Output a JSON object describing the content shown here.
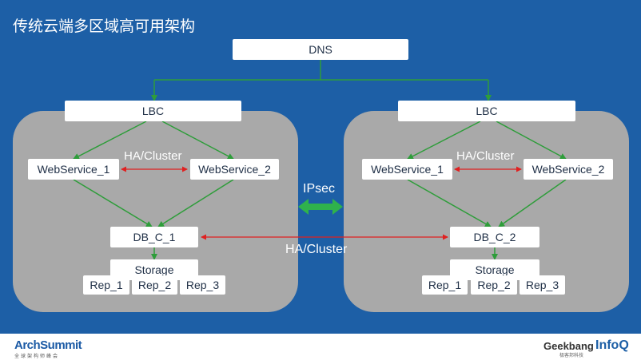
{
  "title": "传统云端多区域高可用架构",
  "colors": {
    "background": "#1d5fa6",
    "region": "#a9a9a9",
    "green_line": "#2e9d3a",
    "red_line": "#e02020",
    "ipsec_arrow": "#2fb24c"
  },
  "dns_label": "DNS",
  "center": {
    "ipsec_label": "IPsec",
    "ha_cluster_label": "HA/Cluster"
  },
  "left": {
    "lbc": "LBC",
    "ha_label": "HA/Cluster",
    "web1": "WebService_1",
    "web2": "WebService_2",
    "db": "DB_C_1",
    "storage": "Storage",
    "reps": [
      "Rep_1",
      "Rep_2",
      "Rep_3"
    ]
  },
  "right": {
    "lbc": "LBC",
    "ha_label": "HA/Cluster",
    "web1": "WebService_1",
    "web2": "WebService_2",
    "db": "DB_C_2",
    "storage": "Storage",
    "reps": [
      "Rep_1",
      "Rep_2",
      "Rep_3"
    ]
  },
  "footer": {
    "archsummit_logo": "ArchSummit",
    "archsummit_sub": "全球架构师峰会",
    "geekbang_logo": "Geekbang",
    "geekbang_sub": "极客邦科技",
    "infoq_logo": "InfoQ"
  }
}
